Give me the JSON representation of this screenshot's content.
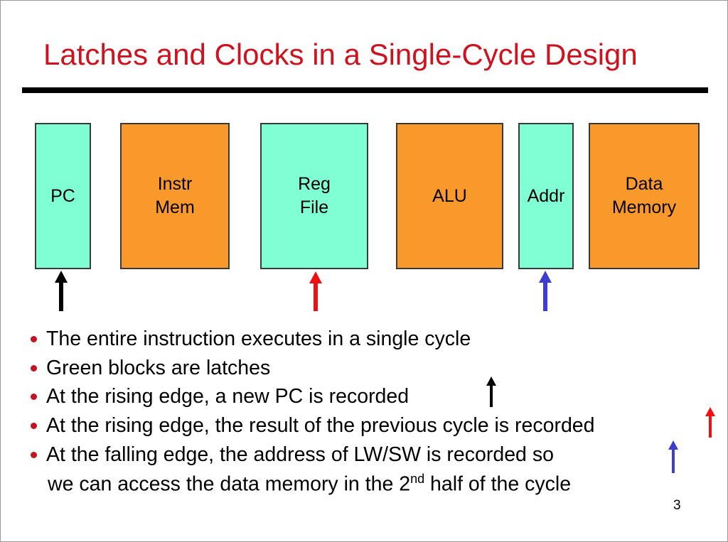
{
  "slide": {
    "title": "Latches and Clocks in a Single-Cycle Design",
    "page_number": "3"
  },
  "colors": {
    "title_red": "#ce121e",
    "bullet_red": "#c11320",
    "latch_green": "#80ffd4",
    "logic_orange": "#f9992b",
    "block_border": "#3a3a3a",
    "rule_black": "#000000",
    "arrow_black": "#000000",
    "arrow_red": "#ee1111",
    "arrow_blue": "#3e3ecc"
  },
  "diagram": {
    "blocks": [
      {
        "label": "PC",
        "type": "latch"
      },
      {
        "label": "Instr\nMem",
        "type": "logic"
      },
      {
        "label": "Reg\nFile",
        "type": "latch"
      },
      {
        "label": "ALU",
        "type": "logic"
      },
      {
        "label": "Addr",
        "type": "latch"
      },
      {
        "label": "Data\nMemory",
        "type": "logic"
      }
    ],
    "clock_arrows": [
      {
        "under": "PC",
        "color": "black"
      },
      {
        "under": "Reg File",
        "color": "red"
      },
      {
        "under": "Addr",
        "color": "blue"
      }
    ]
  },
  "bullets": [
    {
      "text": "The entire instruction executes in a single cycle"
    },
    {
      "text": "Green blocks are latches"
    },
    {
      "text": "At the rising edge, a new PC is recorded",
      "arrow": "black"
    },
    {
      "text": "At the rising edge, the result of the previous cycle is recorded",
      "arrow": "red"
    },
    {
      "text": "At the falling edge, the address of LW/SW is recorded so",
      "arrow": "blue"
    }
  ],
  "continuation": {
    "before_sup": "we can access the data memory in the 2",
    "sup": "nd",
    "after_sup": " half of the cycle"
  }
}
